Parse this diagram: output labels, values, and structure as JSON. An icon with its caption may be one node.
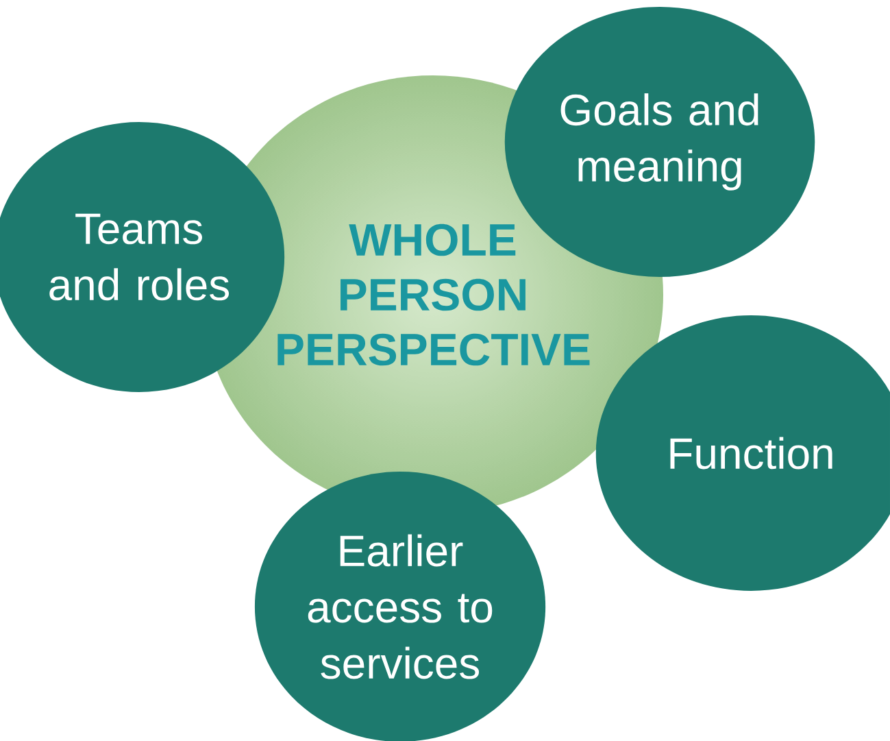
{
  "diagram": {
    "nodes": [
      {
        "text": [
          "WHOLE PERSON PERSPECTIVE"
        ]
      },
      {
        "text": [
          "Goals and meaning"
        ]
      },
      {
        "text": [
          "Teams and roles"
        ]
      },
      {
        "text": [
          "Function"
        ]
      },
      {
        "text": [
          "Earlier access to services"
        ]
      }
    ]
  }
}
